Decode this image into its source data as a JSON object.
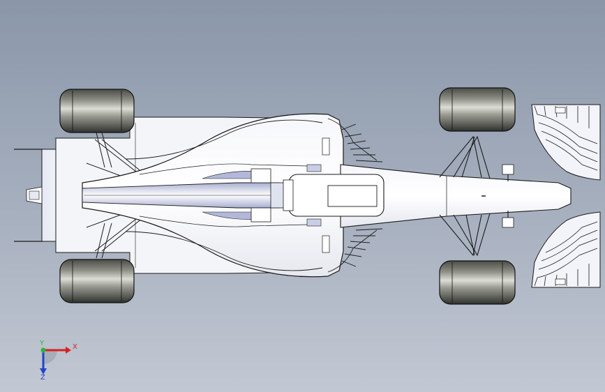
{
  "viewport": {
    "background_top": "#8a97a9",
    "background_bottom": "#c2c8d3"
  },
  "model": {
    "orientation": "top-view",
    "colors": {
      "body": "#f2f3f7",
      "edge": "#1a1a1a",
      "tire": "#3a3c38",
      "tire_highlight": "#d9dbd3",
      "shade": "#9aa0c4"
    }
  },
  "triad": {
    "x_label": "X",
    "y_label": "Y",
    "z_label": "Z",
    "x_color": "#d81f1f",
    "y_color": "#2fb33a",
    "z_color": "#2046c8"
  }
}
